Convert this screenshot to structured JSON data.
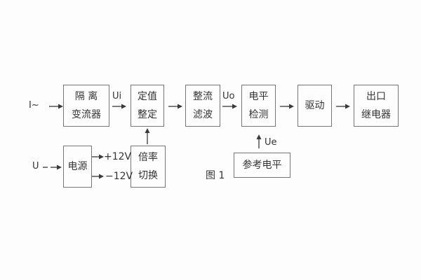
{
  "figure": {
    "caption": "图 1",
    "io_labels": {
      "current_input": "I~",
      "voltage_input": "U",
      "ui": "Ui",
      "uo": "Uo",
      "ue": "Ue",
      "plus_12v": "+12V",
      "minus_12v": "−12V"
    },
    "blocks": {
      "isolation_transformer": {
        "line1": "隔 离",
        "line2": "变流器"
      },
      "setting_adjustment": {
        "line1": "定值",
        "line2": "整定"
      },
      "rectifier_filter": {
        "line1": "整流",
        "line2": "滤波"
      },
      "level_detection": {
        "line1": "电平",
        "line2": "检测"
      },
      "drive": {
        "label": "驱动"
      },
      "output_relay": {
        "line1": "出口",
        "line2": "继电器"
      },
      "power_supply": {
        "label": "电源"
      },
      "ratio_switch": {
        "line1": "倍率",
        "line2": "切换"
      },
      "reference_level": {
        "label": "参考电平"
      }
    },
    "colors": {
      "background": "#fdfdfd",
      "line": "#3a3a3a",
      "box_border": "#767676",
      "text": "#333333"
    }
  }
}
